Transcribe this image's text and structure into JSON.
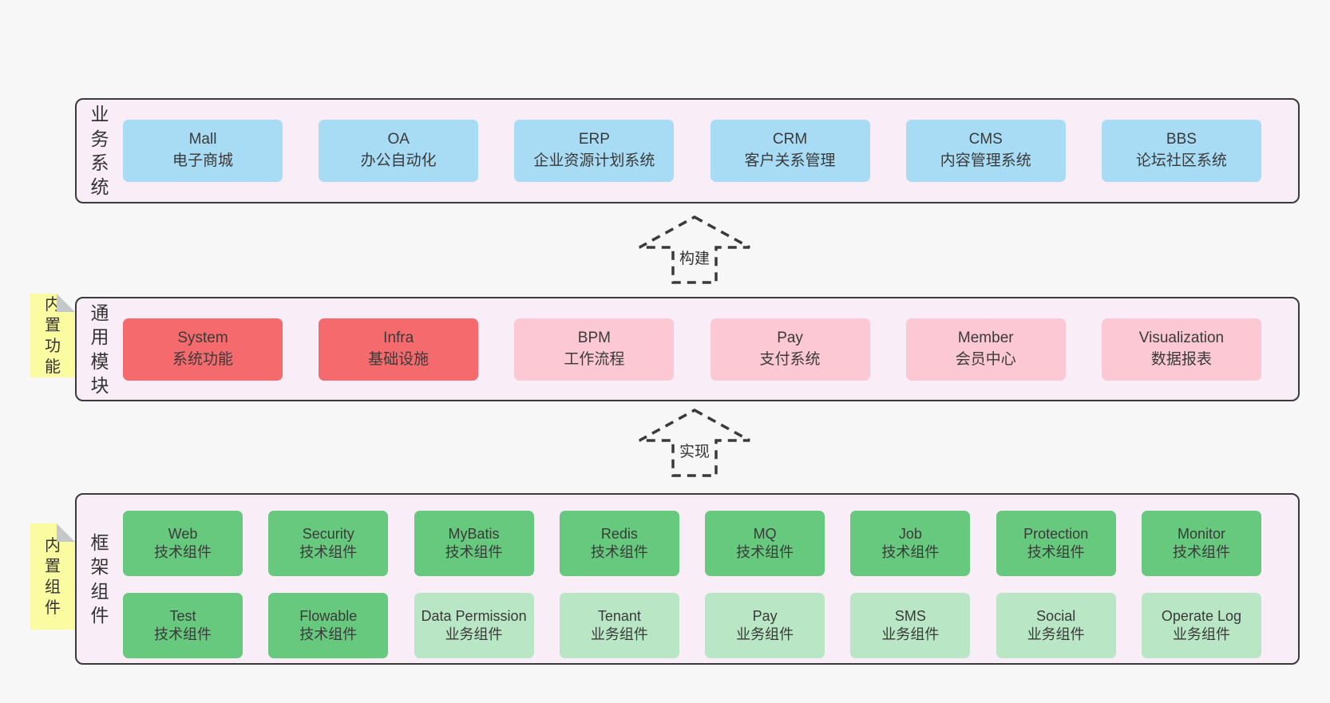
{
  "colors": {
    "pageBg": "#f7f7f7",
    "panelBg": "#f9edf7",
    "panelBorder": "#3a3a3a",
    "blue": "#a8dbf4",
    "red": "#f46a6d",
    "pink": "#fbc8d3",
    "green": "#67c97e",
    "lightGreen": "#b9e6c4",
    "noteBg": "#fbfba1",
    "noteFold": "#c5c8ca",
    "text": "#3a3a3a"
  },
  "layers": {
    "business": {
      "label": "业务系统",
      "boxes": [
        {
          "title": "Mall",
          "subtitle": "电子商城",
          "variant": "blue"
        },
        {
          "title": "OA",
          "subtitle": "办公自动化",
          "variant": "blue"
        },
        {
          "title": "ERP",
          "subtitle": "企业资源计划系统",
          "variant": "blue"
        },
        {
          "title": "CRM",
          "subtitle": "客户关系管理",
          "variant": "blue"
        },
        {
          "title": "CMS",
          "subtitle": "内容管理系统",
          "variant": "blue"
        },
        {
          "title": "BBS",
          "subtitle": "论坛社区系统",
          "variant": "blue"
        }
      ]
    },
    "modules": {
      "label": "通用模块",
      "note": "内置功能",
      "boxes": [
        {
          "title": "System",
          "subtitle": "系统功能",
          "variant": "red"
        },
        {
          "title": "Infra",
          "subtitle": "基础设施",
          "variant": "red"
        },
        {
          "title": "BPM",
          "subtitle": "工作流程",
          "variant": "pink"
        },
        {
          "title": "Pay",
          "subtitle": "支付系统",
          "variant": "pink"
        },
        {
          "title": "Member",
          "subtitle": "会员中心",
          "variant": "pink"
        },
        {
          "title": "Visualization",
          "subtitle": "数据报表",
          "variant": "pink"
        }
      ]
    },
    "framework": {
      "label": "框架组件",
      "note": "内置组件",
      "row1": [
        {
          "title": "Web",
          "subtitle": "技术组件",
          "variant": "green"
        },
        {
          "title": "Security",
          "subtitle": "技术组件",
          "variant": "green"
        },
        {
          "title": "MyBatis",
          "subtitle": "技术组件",
          "variant": "green"
        },
        {
          "title": "Redis",
          "subtitle": "技术组件",
          "variant": "green"
        },
        {
          "title": "MQ",
          "subtitle": "技术组件",
          "variant": "green"
        },
        {
          "title": "Job",
          "subtitle": "技术组件",
          "variant": "green"
        },
        {
          "title": "Protection",
          "subtitle": "技术组件",
          "variant": "green"
        },
        {
          "title": "Monitor",
          "subtitle": "技术组件",
          "variant": "green"
        }
      ],
      "row2": [
        {
          "title": "Test",
          "subtitle": "技术组件",
          "variant": "green"
        },
        {
          "title": "Flowable",
          "subtitle": "技术组件",
          "variant": "green"
        },
        {
          "title": "Data Permission",
          "subtitle": "业务组件",
          "variant": "lightGreen"
        },
        {
          "title": "Tenant",
          "subtitle": "业务组件",
          "variant": "lightGreen"
        },
        {
          "title": "Pay",
          "subtitle": "业务组件",
          "variant": "lightGreen"
        },
        {
          "title": "SMS",
          "subtitle": "业务组件",
          "variant": "lightGreen"
        },
        {
          "title": "Social",
          "subtitle": "业务组件",
          "variant": "lightGreen"
        },
        {
          "title": "Operate Log",
          "subtitle": "业务组件",
          "variant": "lightGreen"
        }
      ]
    }
  },
  "arrows": {
    "build": "构建",
    "implement": "实现"
  }
}
